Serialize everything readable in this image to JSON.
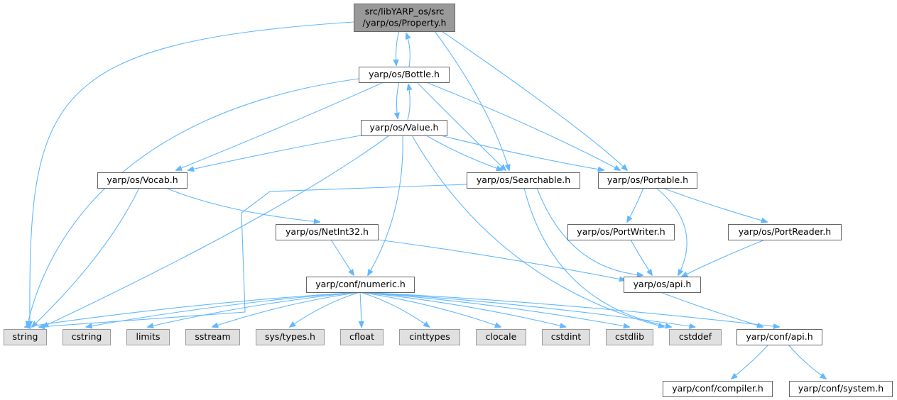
{
  "colors": {
    "edge": "#63b8ff",
    "root_fill": "#999999",
    "node_fill": "#ffffff",
    "system_fill": "#e0e0e0",
    "system_border": "#999999",
    "node_border": "#666666"
  },
  "nodes": [
    {
      "id": "root",
      "lines": [
        "src/libYARP_os/src",
        "/yarp/os/Property.h"
      ],
      "kind": "root"
    },
    {
      "id": "bottle",
      "lines": [
        "yarp/os/Bottle.h"
      ],
      "kind": "header"
    },
    {
      "id": "value",
      "lines": [
        "yarp/os/Value.h"
      ],
      "kind": "header"
    },
    {
      "id": "vocab",
      "lines": [
        "yarp/os/Vocab.h"
      ],
      "kind": "header"
    },
    {
      "id": "searchable",
      "lines": [
        "yarp/os/Searchable.h"
      ],
      "kind": "header"
    },
    {
      "id": "portable",
      "lines": [
        "yarp/os/Portable.h"
      ],
      "kind": "header"
    },
    {
      "id": "netint32",
      "lines": [
        "yarp/os/NetInt32.h"
      ],
      "kind": "header"
    },
    {
      "id": "portwriter",
      "lines": [
        "yarp/os/PortWriter.h"
      ],
      "kind": "header"
    },
    {
      "id": "portreader",
      "lines": [
        "yarp/os/PortReader.h"
      ],
      "kind": "header"
    },
    {
      "id": "numeric",
      "lines": [
        "yarp/conf/numeric.h"
      ],
      "kind": "header"
    },
    {
      "id": "osapi",
      "lines": [
        "yarp/os/api.h"
      ],
      "kind": "header"
    },
    {
      "id": "confapi",
      "lines": [
        "yarp/conf/api.h"
      ],
      "kind": "header"
    },
    {
      "id": "compiler",
      "lines": [
        "yarp/conf/compiler.h"
      ],
      "kind": "header"
    },
    {
      "id": "system",
      "lines": [
        "yarp/conf/system.h"
      ],
      "kind": "header"
    },
    {
      "id": "string",
      "lines": [
        "string"
      ],
      "kind": "system"
    },
    {
      "id": "cstring",
      "lines": [
        "cstring"
      ],
      "kind": "system"
    },
    {
      "id": "limits",
      "lines": [
        "limits"
      ],
      "kind": "system"
    },
    {
      "id": "sstream",
      "lines": [
        "sstream"
      ],
      "kind": "system"
    },
    {
      "id": "systypes",
      "lines": [
        "sys/types.h"
      ],
      "kind": "system"
    },
    {
      "id": "cfloat",
      "lines": [
        "cfloat"
      ],
      "kind": "system"
    },
    {
      "id": "cinttypes",
      "lines": [
        "cinttypes"
      ],
      "kind": "system"
    },
    {
      "id": "clocale",
      "lines": [
        "clocale"
      ],
      "kind": "system"
    },
    {
      "id": "cstdint",
      "lines": [
        "cstdint"
      ],
      "kind": "system"
    },
    {
      "id": "cstdlib",
      "lines": [
        "cstdlib"
      ],
      "kind": "system"
    },
    {
      "id": "cstddef",
      "lines": [
        "cstddef"
      ],
      "kind": "system"
    }
  ],
  "edges": [
    {
      "from": "root",
      "to": "string"
    },
    {
      "from": "root",
      "to": "bottle"
    },
    {
      "from": "root",
      "to": "searchable"
    },
    {
      "from": "root",
      "to": "portable"
    },
    {
      "from": "bottle",
      "to": "root"
    },
    {
      "from": "bottle",
      "to": "string"
    },
    {
      "from": "bottle",
      "to": "value"
    },
    {
      "from": "bottle",
      "to": "vocab"
    },
    {
      "from": "bottle",
      "to": "searchable"
    },
    {
      "from": "bottle",
      "to": "portable"
    },
    {
      "from": "value",
      "to": "bottle"
    },
    {
      "from": "value",
      "to": "vocab"
    },
    {
      "from": "value",
      "to": "searchable"
    },
    {
      "from": "value",
      "to": "portable"
    },
    {
      "from": "value",
      "to": "string"
    },
    {
      "from": "value",
      "to": "numeric"
    },
    {
      "from": "value",
      "to": "cstddef"
    },
    {
      "from": "vocab",
      "to": "string"
    },
    {
      "from": "vocab",
      "to": "netint32"
    },
    {
      "from": "searchable",
      "to": "string"
    },
    {
      "from": "searchable",
      "to": "osapi"
    },
    {
      "from": "searchable",
      "to": "cstddef"
    },
    {
      "from": "portable",
      "to": "portwriter"
    },
    {
      "from": "portable",
      "to": "portreader"
    },
    {
      "from": "portable",
      "to": "osapi"
    },
    {
      "from": "netint32",
      "to": "numeric"
    },
    {
      "from": "netint32",
      "to": "osapi"
    },
    {
      "from": "portwriter",
      "to": "osapi"
    },
    {
      "from": "portreader",
      "to": "osapi"
    },
    {
      "from": "numeric",
      "to": "string"
    },
    {
      "from": "numeric",
      "to": "cstring"
    },
    {
      "from": "numeric",
      "to": "limits"
    },
    {
      "from": "numeric",
      "to": "sstream"
    },
    {
      "from": "numeric",
      "to": "systypes"
    },
    {
      "from": "numeric",
      "to": "cfloat"
    },
    {
      "from": "numeric",
      "to": "cinttypes"
    },
    {
      "from": "numeric",
      "to": "clocale"
    },
    {
      "from": "numeric",
      "to": "cstdint"
    },
    {
      "from": "numeric",
      "to": "cstdlib"
    },
    {
      "from": "numeric",
      "to": "cstddef"
    },
    {
      "from": "numeric",
      "to": "confapi"
    },
    {
      "from": "osapi",
      "to": "confapi"
    },
    {
      "from": "confapi",
      "to": "compiler"
    },
    {
      "from": "confapi",
      "to": "system"
    }
  ]
}
